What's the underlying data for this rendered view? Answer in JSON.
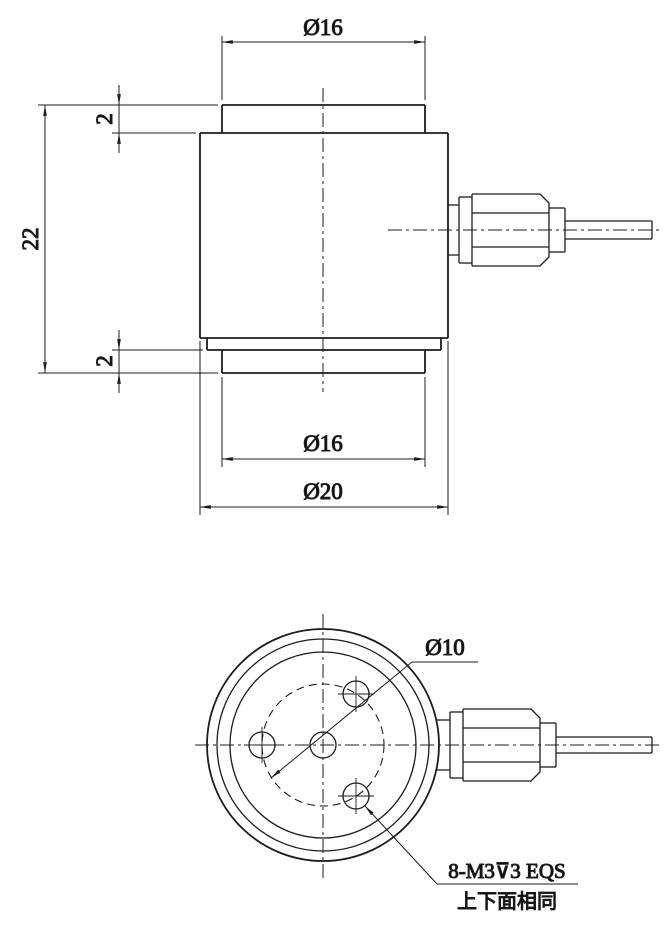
{
  "drawing_type": "engineering-dimension-drawing",
  "labels": {
    "front": {
      "top_diameter": "Ø16",
      "top_cap_height": "2",
      "total_height": "22",
      "bottom_cap_height": "2",
      "bottom_diameter": "Ø16",
      "outer_diameter": "Ø20"
    },
    "bottom": {
      "bolt_circle_diameter": "Ø10",
      "thread_note": "8-M3⊽3 EQS",
      "face_note": "上下面相同"
    }
  },
  "colors": {
    "line": "#1c1c1c",
    "background": "#ffffff"
  }
}
